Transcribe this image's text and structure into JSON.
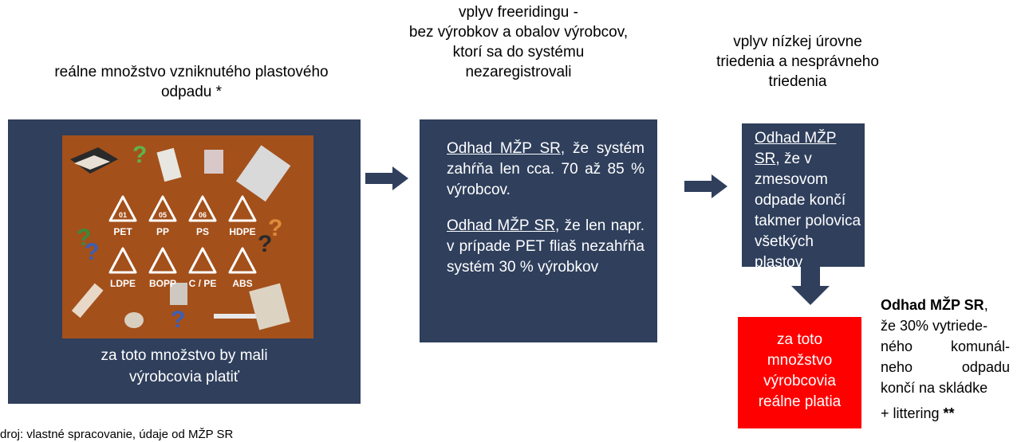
{
  "col1": {
    "heading_line1": "reálne množstvo vzniknutého plastového",
    "heading_line2": "odpadu *",
    "caption_line1": "za toto množstvo by mali",
    "caption_line2": "výrobcovia platiť",
    "recycling_codes": [
      "01",
      "05",
      "06"
    ],
    "recycling_labels_row1": [
      "PET",
      "PP",
      "PS",
      "HDPE"
    ],
    "recycling_labels_row2": [
      "LDPE",
      "BOPP",
      "C / PE",
      "ABS"
    ]
  },
  "col2": {
    "heading_line1": "vplyv freeridingu -",
    "heading_line2": "bez výrobkov a obalov výrobcov,",
    "heading_line3": "ktorí sa do systému",
    "heading_line4": "nezaregistrovali",
    "p1_link": "Odhad MŽP SR",
    "p1_rest": ", že systém zahŕňa len cca. 70 až 85 % výrobcov.",
    "p2_link": "Odhad MŽP SR",
    "p2_rest": ", že len napr. v prípade PET fliaš nezahŕňa systém 30 % výrobkov"
  },
  "col3": {
    "heading_line1": "vplyv nízkej úrovne",
    "heading_line2": "triedenia a nesprávneho",
    "heading_line3": "triedenia",
    "box_link": "Odhad MŽP SR",
    "box_rest": ", že v zmesovom odpade končí takmer polovica všetkých plastov"
  },
  "red_box": {
    "line1": "za toto",
    "line2": "množstvo",
    "line3": "výrobcovia",
    "line4": "reálne platia"
  },
  "side_note": {
    "bold": "Odhad MŽP SR",
    "comma": ",",
    "line1": "že 30% vytriede-",
    "line2a": "ného",
    "line2b": "komunál-",
    "line3a": "neho",
    "line3b": "odpadu",
    "line4": "končí na skládke",
    "line5": "+ littering ",
    "line5_bold": "**"
  },
  "source_note": "droj: vlastné spracovanie, údaje od MŽP SR",
  "colors": {
    "box": "#2f3f5c",
    "red": "#ff0000",
    "panel": "#a3501b"
  }
}
